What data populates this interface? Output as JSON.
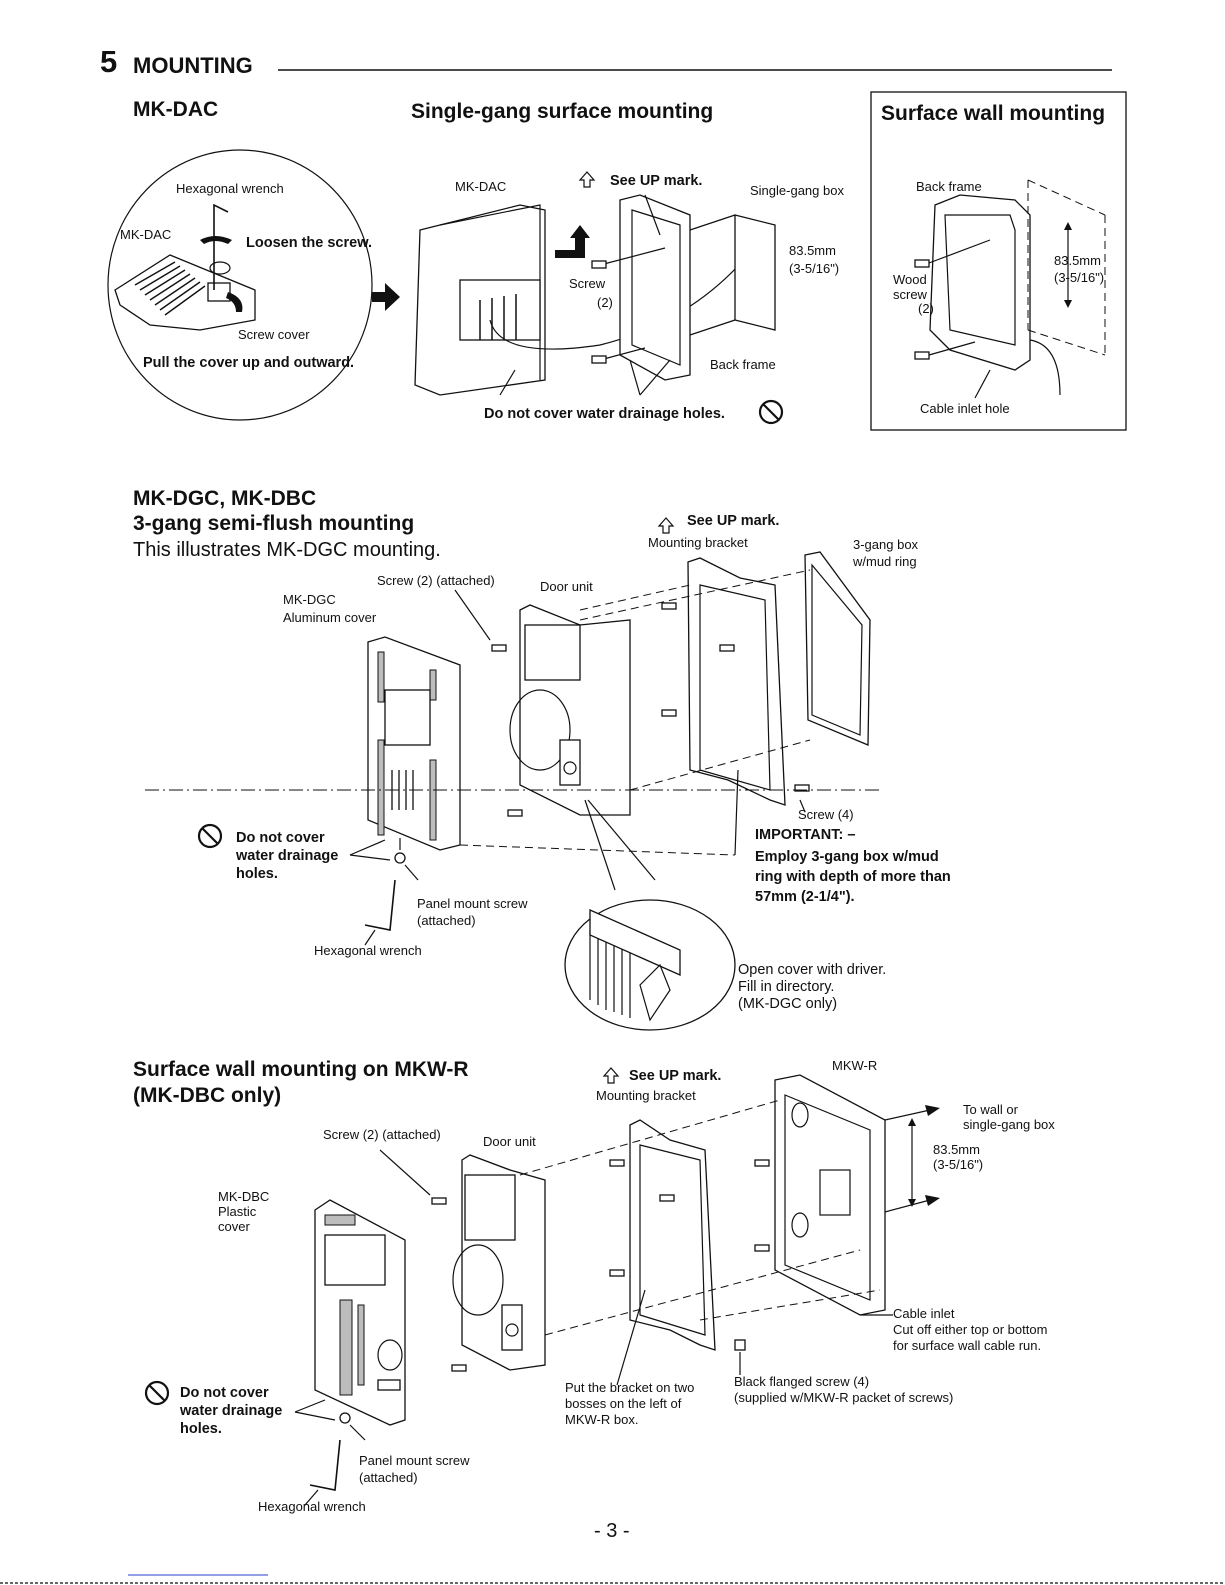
{
  "header": {
    "section_number": "5",
    "section_title": "MOUNTING"
  },
  "mk_dac": {
    "title": "MK-DAC",
    "detail": {
      "hex_wrench": "Hexagonal wrench",
      "model": "MK-DAC",
      "loosen": "Loosen the screw.",
      "screw_cover": "Screw cover",
      "pull": "Pull the cover up and outward."
    },
    "single_gang": {
      "title": "Single-gang surface mounting",
      "model": "MK-DAC",
      "see_up": "See UP mark.",
      "single_gang_box": "Single-gang box",
      "dim_mm": "83.5mm",
      "dim_in": "(3-5/16\")",
      "screw": "Screw",
      "screw_count": "(2)",
      "back_frame": "Back frame",
      "drainage_warning": "Do not cover water drainage holes."
    },
    "surface_wall": {
      "title": "Surface wall mounting",
      "back_frame": "Back frame",
      "wood": "Wood",
      "screw": "screw",
      "screw_count": "(2)",
      "dim_mm": "83.5mm",
      "dim_in": "(3-5/16\")",
      "cable_inlet": "Cable inlet hole"
    }
  },
  "three_gang": {
    "title_line1": "MK-DGC, MK-DBC",
    "title_line2": "3-gang semi-flush mounting",
    "subtitle": "This illustrates MK-DGC mounting.",
    "see_up": "See UP mark.",
    "mounting_bracket": "Mounting bracket",
    "box_line1": "3-gang box",
    "box_line2": "w/mud ring",
    "screw_attached": "Screw (2) (attached)",
    "door_unit": "Door unit",
    "cover_line1": "MK-DGC",
    "cover_line2": "Aluminum cover",
    "screw4": "Screw (4)",
    "important_title": "IMPORTANT: –",
    "important_lines": [
      "Employ 3-gang box w/mud",
      "ring with depth of more than",
      "57mm (2-1/4\")."
    ],
    "drainage_lines": [
      "Do not cover",
      "water drainage",
      "holes."
    ],
    "panel_screw_line1": "Panel mount screw",
    "panel_screw_line2": "(attached)",
    "hex_wrench": "Hexagonal wrench",
    "open_cover_lines": [
      "Open cover with driver.",
      "Fill in directory.",
      "(MK-DGC only)"
    ]
  },
  "mkw_r": {
    "title_line1": "Surface wall mounting on MKW-R",
    "title_line2": "(MK-DBC only)",
    "see_up": "See UP mark.",
    "mounting_bracket": "Mounting bracket",
    "mkw_r_label": "MKW-R",
    "to_wall_line1": "To wall or",
    "to_wall_line2": "single-gang box",
    "dim_mm": "83.5mm",
    "dim_in": "(3-5/16\")",
    "screw_attached": "Screw (2) (attached)",
    "door_unit": "Door unit",
    "cover_lines": [
      "MK-DBC",
      "Plastic",
      "cover"
    ],
    "cable_inlet_lines": [
      "Cable inlet",
      "Cut off either top or bottom",
      "for surface wall cable run."
    ],
    "bracket_lines": [
      "Put the bracket on two",
      "bosses on the left of",
      "MKW-R box."
    ],
    "black_screw_lines": [
      "Black flanged screw (4)",
      "(supplied w/MKW-R packet of screws)"
    ],
    "drainage_lines": [
      "Do not cover",
      "water drainage",
      "holes."
    ],
    "panel_screw_line1": "Panel mount screw",
    "panel_screw_line2": "(attached)",
    "hex_wrench": "Hexagonal wrench"
  },
  "footer": {
    "page_number": "- 3 -",
    "link_color": "#2a3cc8"
  }
}
